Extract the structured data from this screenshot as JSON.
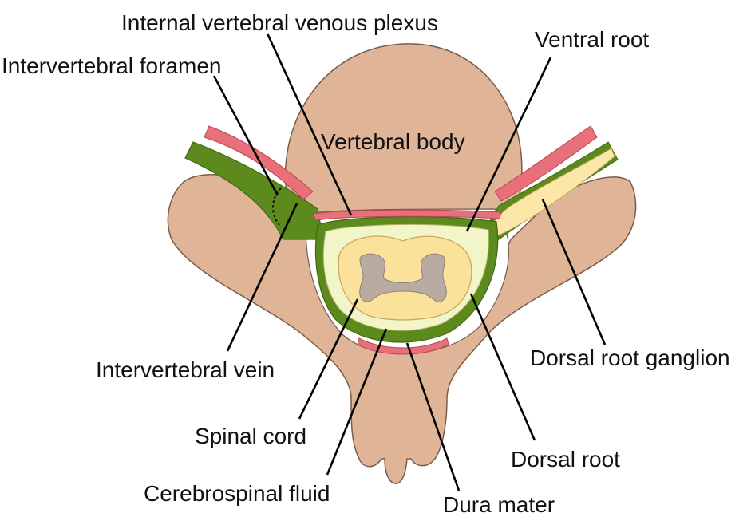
{
  "labels": {
    "internal_vertebral_venous_plexus": "Internal vertebral venous plexus",
    "intervertebral_foramen": "Intervertebral foramen",
    "ventral_root": "Ventral root",
    "vertebral_body": "Vertebral body",
    "intervertebral_vein": "Intervertebral vein",
    "dorsal_root_ganglion": "Dorsal root ganglion",
    "spinal_cord": "Spinal cord",
    "dorsal_root": "Dorsal root",
    "cerebrospinal_fluid": "Cerebrospinal fluid",
    "dura_mater": "Dura mater"
  },
  "colors": {
    "bone": "#e0b497",
    "bone_outline": "#7a5c4a",
    "venous_plexus": "#e8707a",
    "dura": "#5c8a1c",
    "dura_dark": "#3f6a10",
    "csf": "#f2f5c8",
    "cord_white_matter": "#fbe29a",
    "cord_grey_matter": "#b9aaa2",
    "nerve_root": "#fbe7a8"
  }
}
